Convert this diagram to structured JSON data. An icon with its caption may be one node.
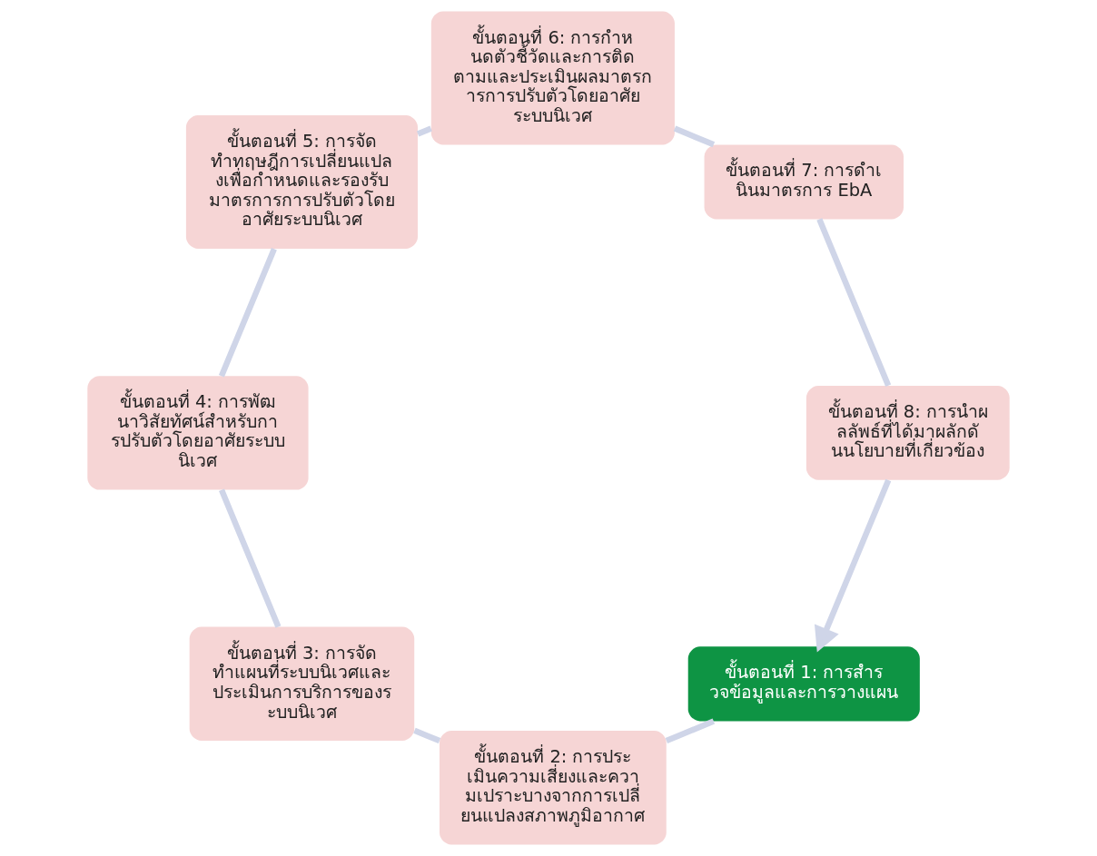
{
  "diagram": {
    "nodes": [
      {
        "text": [
          "ขั้นตอนที่ 1: การสำรวจข้อมูลและการวางแผน"
        ]
      },
      {
        "text": [
          "ขั้นตอนที่ 2: การประเมินความเสี่ยงและความเปราะบางจากการเปลี่ยนแปลงสภาพภูมิอากาศ"
        ]
      },
      {
        "text": [
          "ขั้นตอนที่ 3: การจัดทำแผนที่ระบบนิเวศและประเมินการบริการของระบบนิเวศ"
        ]
      },
      {
        "text": [
          "ขั้นตอนที่ 4: การพัฒนาวิสัยทัศน์สำหรับการปรับตัวโดยอาศัยระบบนิเวศ"
        ]
      },
      {
        "text": [
          "ขั้นตอนที่ 5: การจัดทำทฤษฎีการเปลี่ยนแปลงเพื่อกำหนดและรองรับมาตรการการปรับตัวโดยอาศัยระบบนิเวศ"
        ]
      },
      {
        "text": [
          "ขั้นตอนที่ 6: การกำหนดตัวชี้วัดและการติดตามและประเมินผลมาตรการการปรับตัวโดยอาศัยระบบนิเวศ"
        ]
      },
      {
        "text": [
          "ขั้นตอนที่ 7: การดำเนินมาตรการ EbA"
        ]
      },
      {
        "text": [
          "ขั้นตอนที่ 8: การนำผลลัพธ์ที่ได้มาผลักดันนโยบายที่เกี่ยวข้อง"
        ]
      }
    ],
    "edges": [
      {
        "from": 0,
        "to": 1,
        "arrow": "none"
      },
      {
        "from": 1,
        "to": 2,
        "arrow": "none"
      },
      {
        "from": 2,
        "to": 3,
        "arrow": "none"
      },
      {
        "from": 3,
        "to": 4,
        "arrow": "none"
      },
      {
        "from": 4,
        "to": 5,
        "arrow": "none"
      },
      {
        "from": 5,
        "to": 6,
        "arrow": "none"
      },
      {
        "from": 6,
        "to": 7,
        "arrow": "none"
      },
      {
        "from": 7,
        "to": 0,
        "arrow": "to"
      }
    ]
  }
}
